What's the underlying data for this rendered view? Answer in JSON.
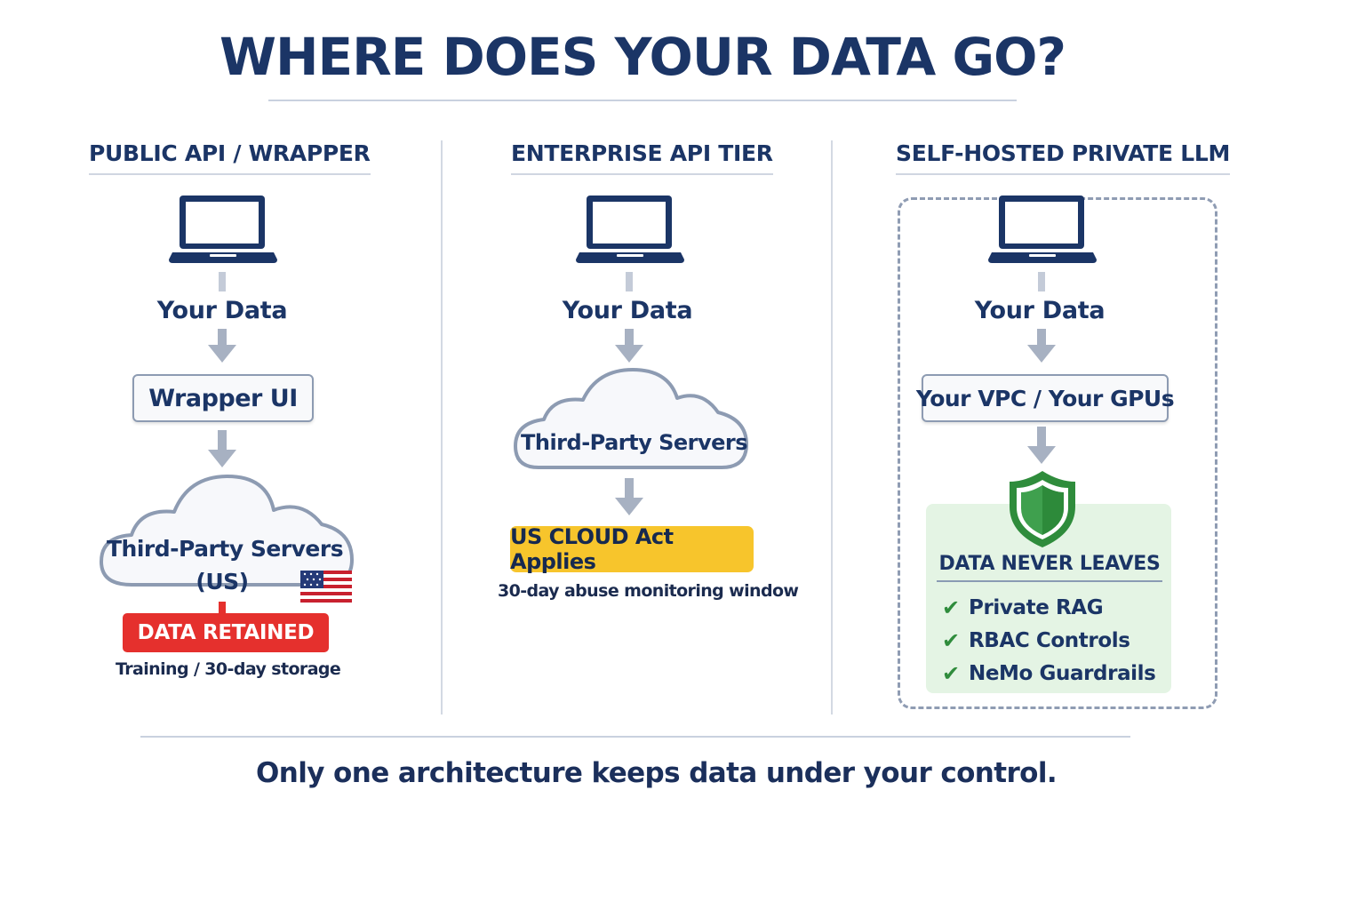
{
  "title": "WHERE DOES YOUR DATA GO?",
  "columns": [
    {
      "heading": "PUBLIC API / WRAPPER",
      "source_label": "Your Data",
      "box_label": "Wrapper UI",
      "cloud_line1": "Third-Party Servers",
      "cloud_line2": "(US)",
      "badge": "DATA RETAINED",
      "note": "Training / 30-day storage"
    },
    {
      "heading": "ENTERPRISE API TIER",
      "source_label": "Your Data",
      "cloud_line1": "Third-Party Servers",
      "badge": "US CLOUD Act Applies",
      "note": "30-day abuse monitoring window"
    },
    {
      "heading": "SELF-HOSTED PRIVATE LLM",
      "source_label": "Your Data",
      "box_label": "Your VPC / Your GPUs",
      "panel_title": "DATA NEVER LEAVES",
      "checklist": [
        "Private RAG",
        "RBAC Controls",
        "NeMo Guardrails"
      ]
    }
  ],
  "tagline": "Only one architecture keeps data under your control.",
  "icons": {
    "device": "laptop-icon",
    "flow": "arrow-down-icon",
    "servers": "cloud-icon",
    "region": "us-flag-icon",
    "protection": "shield-icon",
    "check": "checkmark-icon"
  },
  "colors": {
    "navy": "#1b3566",
    "arrow_gray": "#a7b1c2",
    "retained_red": "#e5302d",
    "cloud_act_yellow": "#f7c52c",
    "safe_green": "#2f8c3c",
    "panel_green": "#e4f4e4"
  }
}
